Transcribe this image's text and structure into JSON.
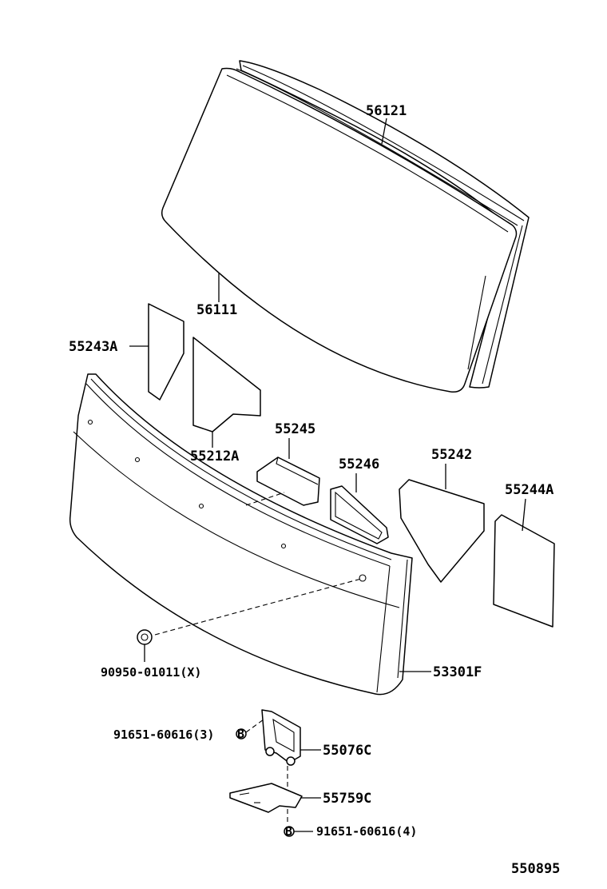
{
  "diagram": {
    "labels": {
      "p56121": "56121",
      "p56111": "56111",
      "p55243a": "55243A",
      "p55212a": "55212A",
      "p55245": "55245",
      "p55246": "55246",
      "p55242": "55242",
      "p55244a": "55244A",
      "p53301f": "53301F",
      "p90950": "90950-01011(X)",
      "p91651a": "91651-60616(3)",
      "p55076c": "55076C",
      "p55759c": "55759C",
      "p91651b": "91651-60616(4)",
      "code": "550895"
    }
  }
}
